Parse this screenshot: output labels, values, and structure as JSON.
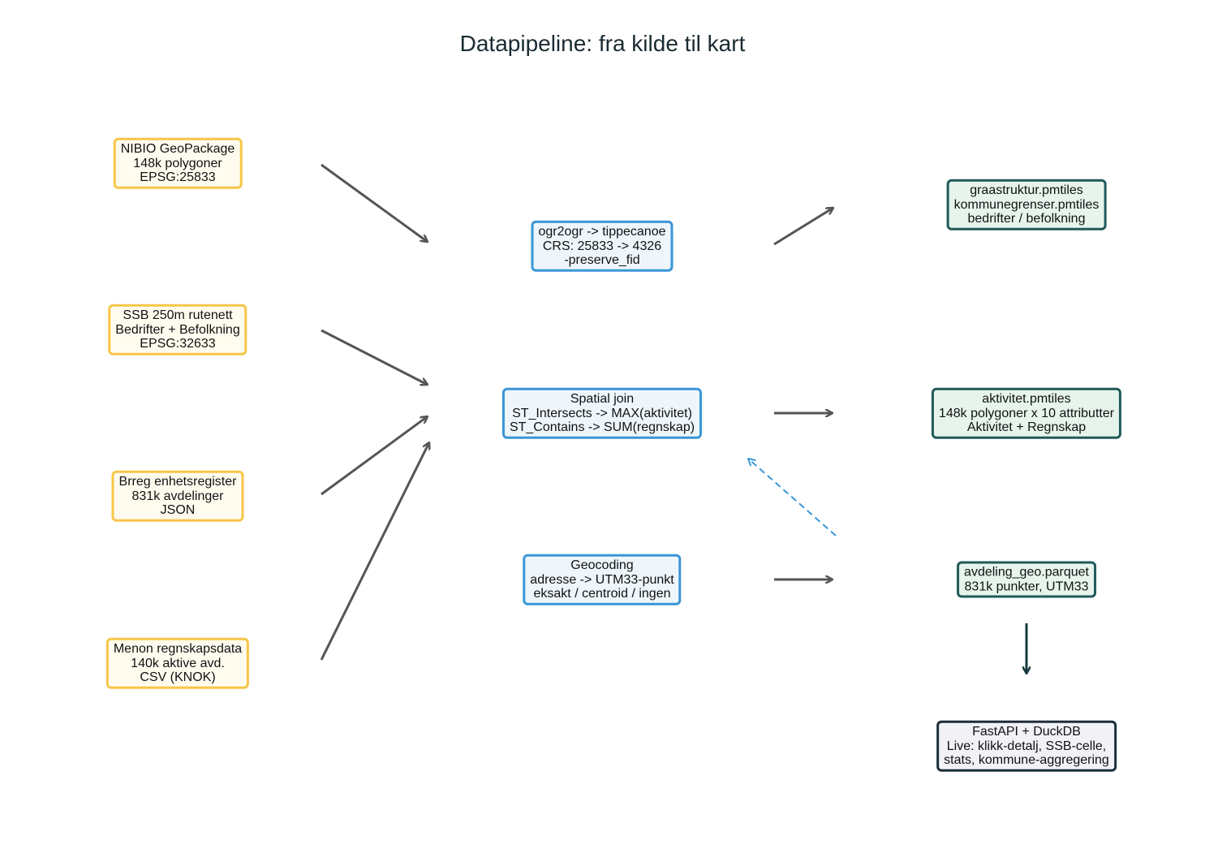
{
  "title": "Datapipeline: fra kilde til kart",
  "colors": {
    "source_border": "#f7c548",
    "source_fill": "#fffcef",
    "process_border": "#3a96d6",
    "process_fill": "#eef6fc",
    "output_border": "#215a5a",
    "output_fill": "#e6f4ec",
    "api_border": "#1c2f3a",
    "api_fill": "#f2f1f6",
    "arrow": "#555555",
    "arrow_dashed": "#3a96d6",
    "arrow_dark": "#17383f"
  },
  "nodes": [
    {
      "id": "nibio",
      "kind": "source",
      "lines": [
        "NIBIO GeoPackage",
        "148k polygoner",
        "EPSG:25833"
      ]
    },
    {
      "id": "ssb",
      "kind": "source",
      "lines": [
        "SSB 250m rutenett",
        "Bedrifter + Befolkning",
        "EPSG:32633"
      ]
    },
    {
      "id": "brreg",
      "kind": "source",
      "lines": [
        "Brreg enhetsregister",
        "831k avdelinger",
        "JSON"
      ]
    },
    {
      "id": "menon",
      "kind": "source",
      "lines": [
        "Menon regnskapsdata",
        "140k aktive avd.",
        "CSV (KNOK)"
      ]
    },
    {
      "id": "ogr",
      "kind": "process",
      "lines": [
        "ogr2ogr -> tippecanoe",
        "CRS: 25833 -> 4326",
        "-preserve_fid"
      ]
    },
    {
      "id": "join",
      "kind": "process",
      "lines": [
        "Spatial join",
        "ST_Intersects -> MAX(aktivitet)",
        "ST_Contains -> SUM(regnskap)"
      ]
    },
    {
      "id": "geo",
      "kind": "process",
      "lines": [
        "Geocoding",
        "adresse -> UTM33-punkt",
        "eksakt / centroid / ingen"
      ]
    },
    {
      "id": "graa",
      "kind": "output",
      "lines": [
        "graastruktur.pmtiles",
        "kommunegrenser.pmtiles",
        "bedrifter / befolkning"
      ]
    },
    {
      "id": "akt",
      "kind": "output",
      "lines": [
        "aktivitet.pmtiles",
        "148k polygoner x 10 attributter",
        "Aktivitet + Regnskap"
      ]
    },
    {
      "id": "avd",
      "kind": "output",
      "lines": [
        "avdeling_geo.parquet",
        "831k punkter, UTM33"
      ]
    },
    {
      "id": "api",
      "kind": "api",
      "lines": [
        "FastAPI + DuckDB",
        "Live: klikk-detalj, SSB-celle,",
        "stats, kommune-aggregering"
      ]
    }
  ],
  "edges": [
    {
      "from": "nibio",
      "to": "ogr",
      "style": "solid"
    },
    {
      "from": "ssb",
      "to": "join",
      "style": "solid"
    },
    {
      "from": "brreg",
      "to": "join",
      "style": "solid"
    },
    {
      "from": "menon",
      "to": "join",
      "style": "solid"
    },
    {
      "from": "ogr",
      "to": "graa",
      "style": "solid"
    },
    {
      "from": "join",
      "to": "akt",
      "style": "solid"
    },
    {
      "from": "geo",
      "to": "avd",
      "style": "solid"
    },
    {
      "from": "avd",
      "to": "join",
      "style": "dashed"
    },
    {
      "from": "avd",
      "to": "api",
      "style": "dark"
    }
  ]
}
